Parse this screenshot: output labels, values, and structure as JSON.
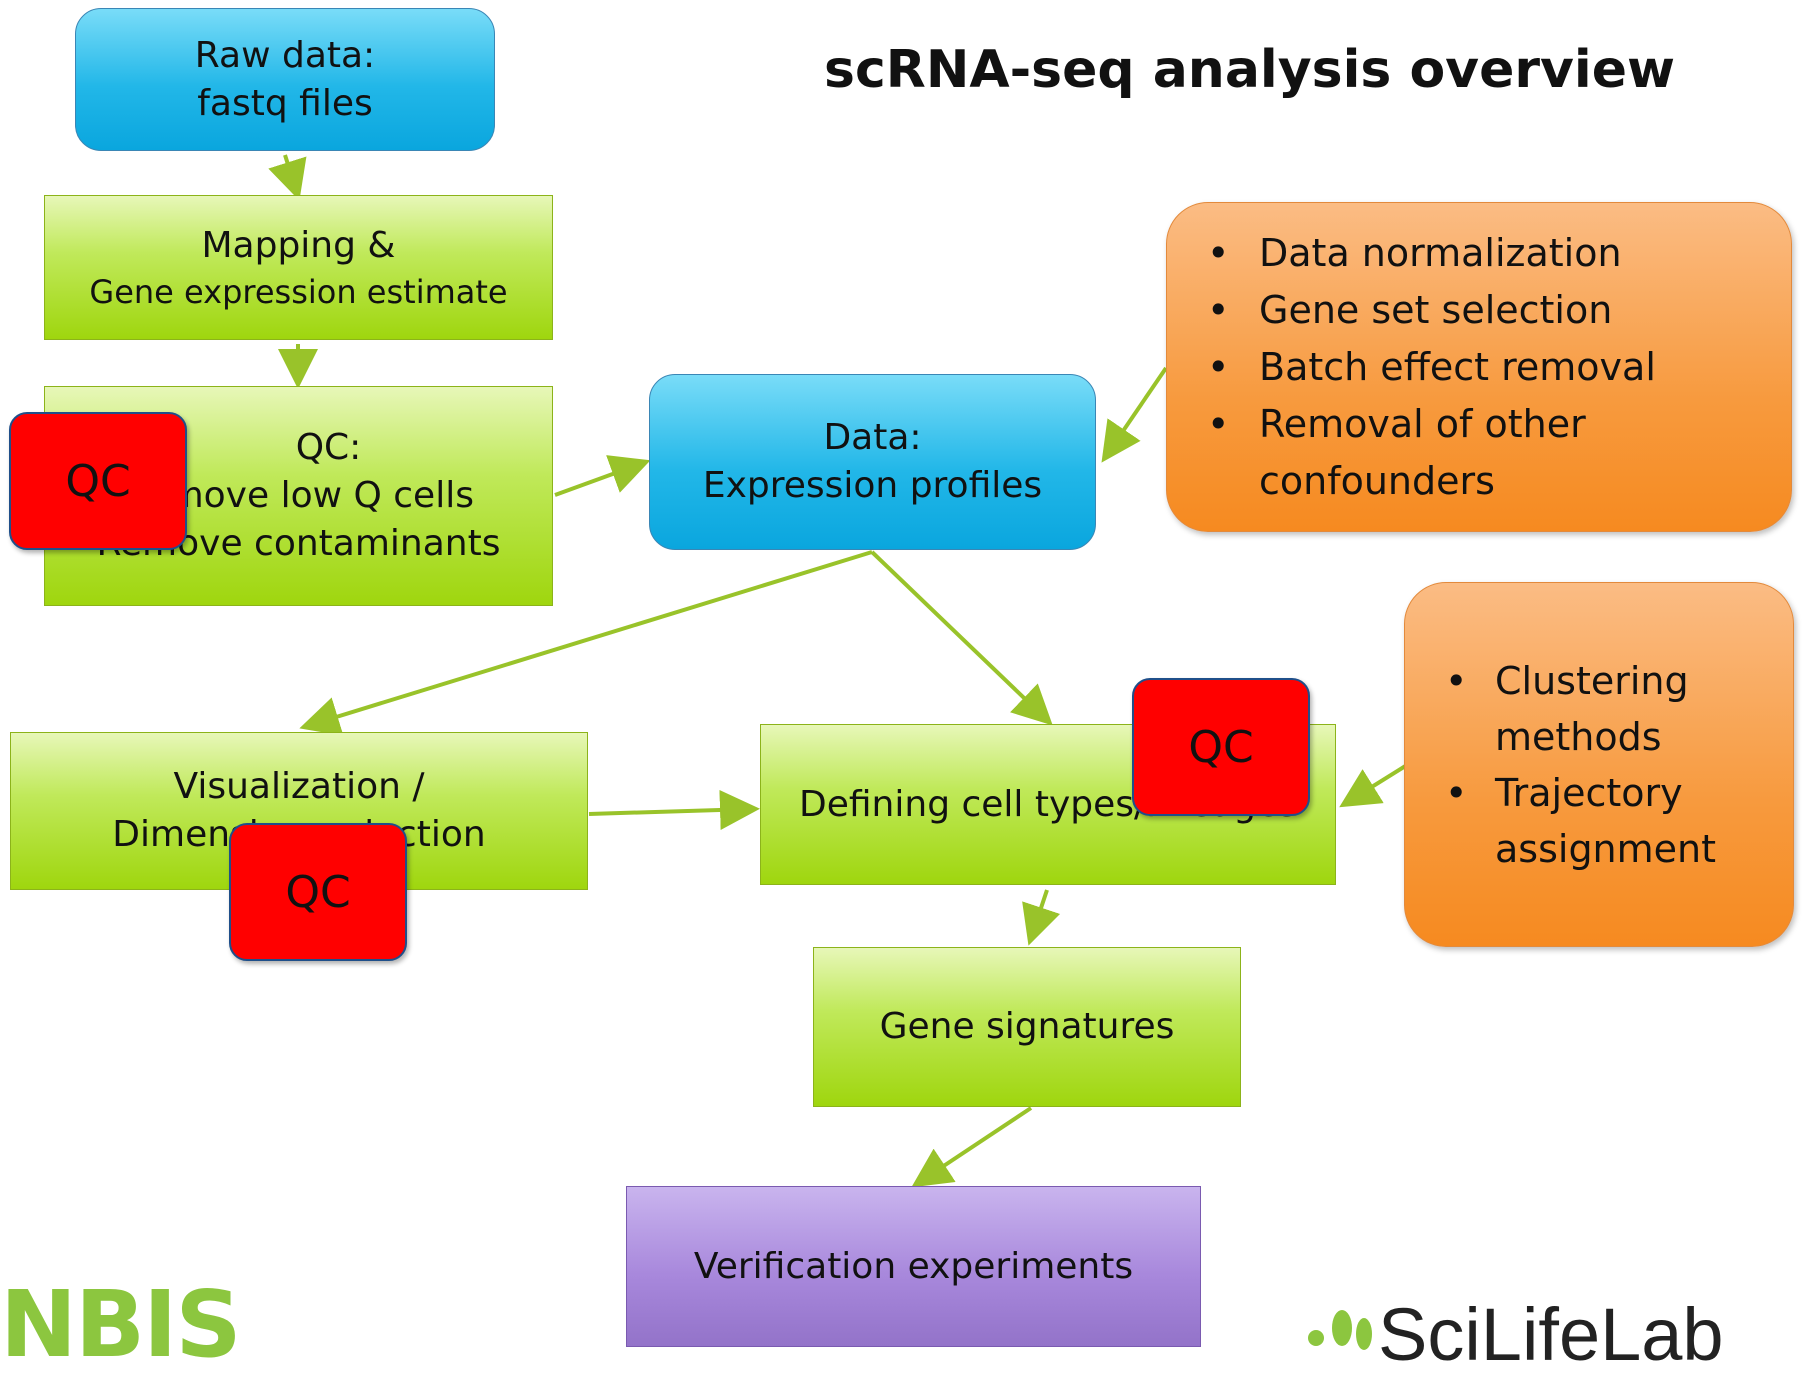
{
  "title": "scRNA-seq analysis overview",
  "nodes": {
    "raw_data": {
      "lines": [
        "Raw data:",
        "fastq files"
      ]
    },
    "mapping": {
      "lines": [
        "Mapping &",
        "Gene expression estimate"
      ]
    },
    "qc_step": {
      "lines": [
        "QC:",
        "Remove low Q cells",
        "Remove contaminants"
      ]
    },
    "expression_profiles": {
      "lines": [
        "Data:",
        "Expression profiles"
      ]
    },
    "visualization": {
      "lines": [
        "Visualization /",
        "Dimension reduction"
      ]
    },
    "defining_cell_types": {
      "lines": [
        "Defining cell types/lineages"
      ]
    },
    "gene_signatures": {
      "lines": [
        "Gene signatures"
      ]
    },
    "verification": {
      "lines": [
        "Verification experiments"
      ]
    }
  },
  "side_notes": {
    "preprocessing": [
      "Data normalization",
      "Gene set selection",
      "Batch effect removal",
      "Removal of other confounders"
    ],
    "cell_typing_methods": [
      "Clustering methods",
      "Trajectory assignment"
    ]
  },
  "qc_badges": {
    "label": "QC"
  },
  "logos": {
    "nbis": "NBIS",
    "scilifelab": "SciLifeLab"
  },
  "colors": {
    "blue": "#22b7e8",
    "green": "#a5d816",
    "orange": "#f79a3e",
    "purple": "#a888dc",
    "qc_red": "#ff0000",
    "arrow": "#99c32a",
    "nbis_green": "#8cc63f"
  }
}
